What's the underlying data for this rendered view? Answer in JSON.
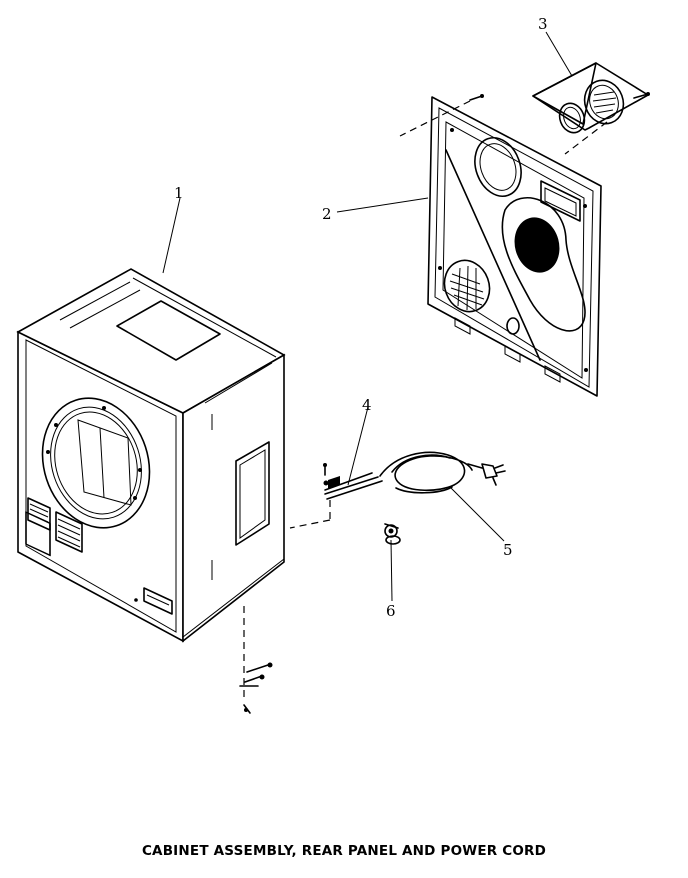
{
  "caption": "CABINET ASSEMBLY, REAR PANEL AND POWER CORD",
  "callouts": {
    "c1": "1",
    "c2": "2",
    "c3": "3",
    "c4": "4",
    "c5": "5",
    "c6": "6"
  },
  "parts": [
    {
      "ref": "1",
      "name": "cabinet-assembly"
    },
    {
      "ref": "2",
      "name": "rear-panel"
    },
    {
      "ref": "3",
      "name": "exhaust-vent-assembly"
    },
    {
      "ref": "4",
      "name": "cord-strain-relief-wires"
    },
    {
      "ref": "5",
      "name": "power-cord"
    },
    {
      "ref": "6",
      "name": "screw-washer"
    }
  ]
}
